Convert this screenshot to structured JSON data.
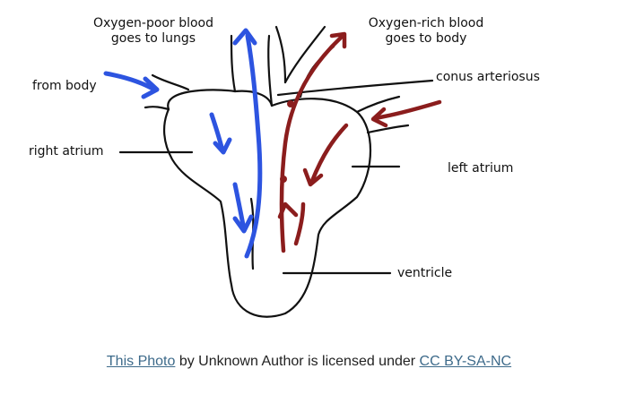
{
  "diagram": {
    "labels": {
      "oxygen_poor": [
        "Oxygen-poor blood",
        "goes to lungs"
      ],
      "oxygen_rich": [
        "Oxygen-rich blood",
        "goes to body"
      ],
      "from_body": "from body",
      "conus_arteriosus": "conus arteriosus",
      "right_atrium": "right atrium",
      "left_atrium": "left atrium",
      "ventricle": "ventricle"
    },
    "colors": {
      "oxygen_poor_blood": "#2d54e0",
      "oxygen_rich_blood": "#8b1d1d",
      "outline": "#111111"
    }
  },
  "caption": {
    "photo_link": "This Photo",
    "middle_text": " by Unknown Author is licensed under ",
    "license_link": "CC BY-SA-NC"
  }
}
